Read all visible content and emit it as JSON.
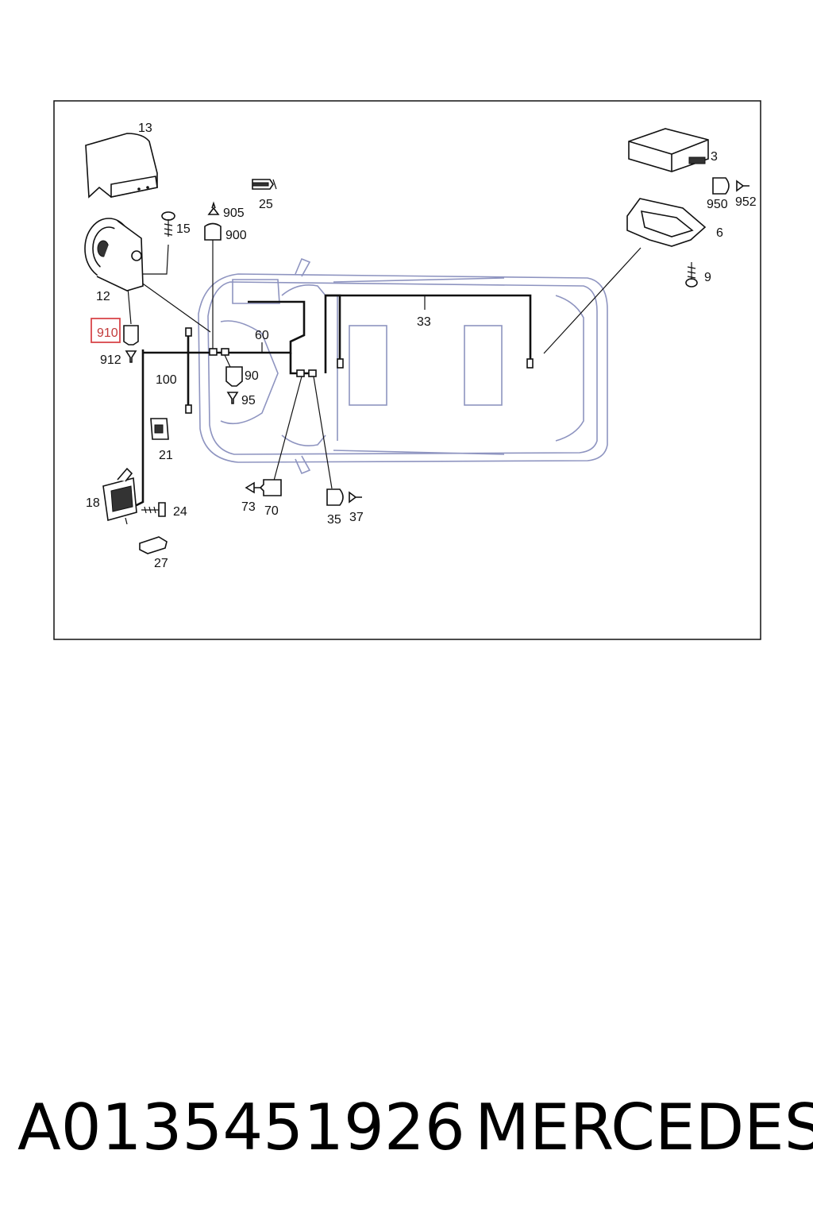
{
  "diagram": {
    "highlighted_label": "910",
    "labels": {
      "p13": "13",
      "p15": "15",
      "p12": "12",
      "p910": "910",
      "p912": "912",
      "p905": "905",
      "p900": "900",
      "p25": "25",
      "p60": "60",
      "p100": "100",
      "p90": "90",
      "p95": "95",
      "p21": "21",
      "p18": "18",
      "p24": "24",
      "p27": "27",
      "p73": "73",
      "p70": "70",
      "p35": "35",
      "p37": "37",
      "p33": "33",
      "p3": "3",
      "p950": "950",
      "p952": "952",
      "p6": "6",
      "p9": "9"
    }
  },
  "caption": {
    "part_number": "A0135451926",
    "brand": "MERCEDES"
  }
}
